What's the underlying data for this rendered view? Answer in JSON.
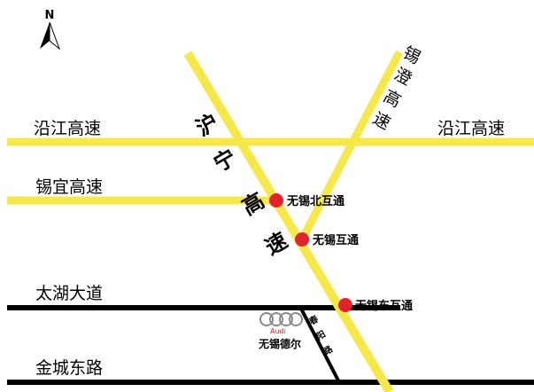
{
  "compass": {
    "label": "N",
    "icon": "north-arrow-icon"
  },
  "colors": {
    "highway": "#f7e84a",
    "city_road": "#000000",
    "interchange": "#e3232c",
    "audi_logo": "#8a8a8a",
    "audi_text": "#d4252c"
  },
  "roads": {
    "yanjiang_left": "沿江高速",
    "yanjiang_right": "沿江高速",
    "xicheng": [
      "锡",
      "澄",
      "高",
      "速"
    ],
    "huning": [
      "沪",
      "宁",
      "高",
      "速"
    ],
    "xiyi": "锡宜高速",
    "taihu": "太湖大道",
    "jincheng_east": "金城东路",
    "chunyang": [
      "春",
      "阳",
      "路"
    ]
  },
  "interchanges": {
    "wuxi_north": "无锡北互通",
    "wuxi": "无锡互通",
    "wuxi_east": "无锡东互通"
  },
  "dealer": {
    "brand": "Audi",
    "name": "无锡德尔",
    "logo_icon": "audi-rings-icon"
  }
}
